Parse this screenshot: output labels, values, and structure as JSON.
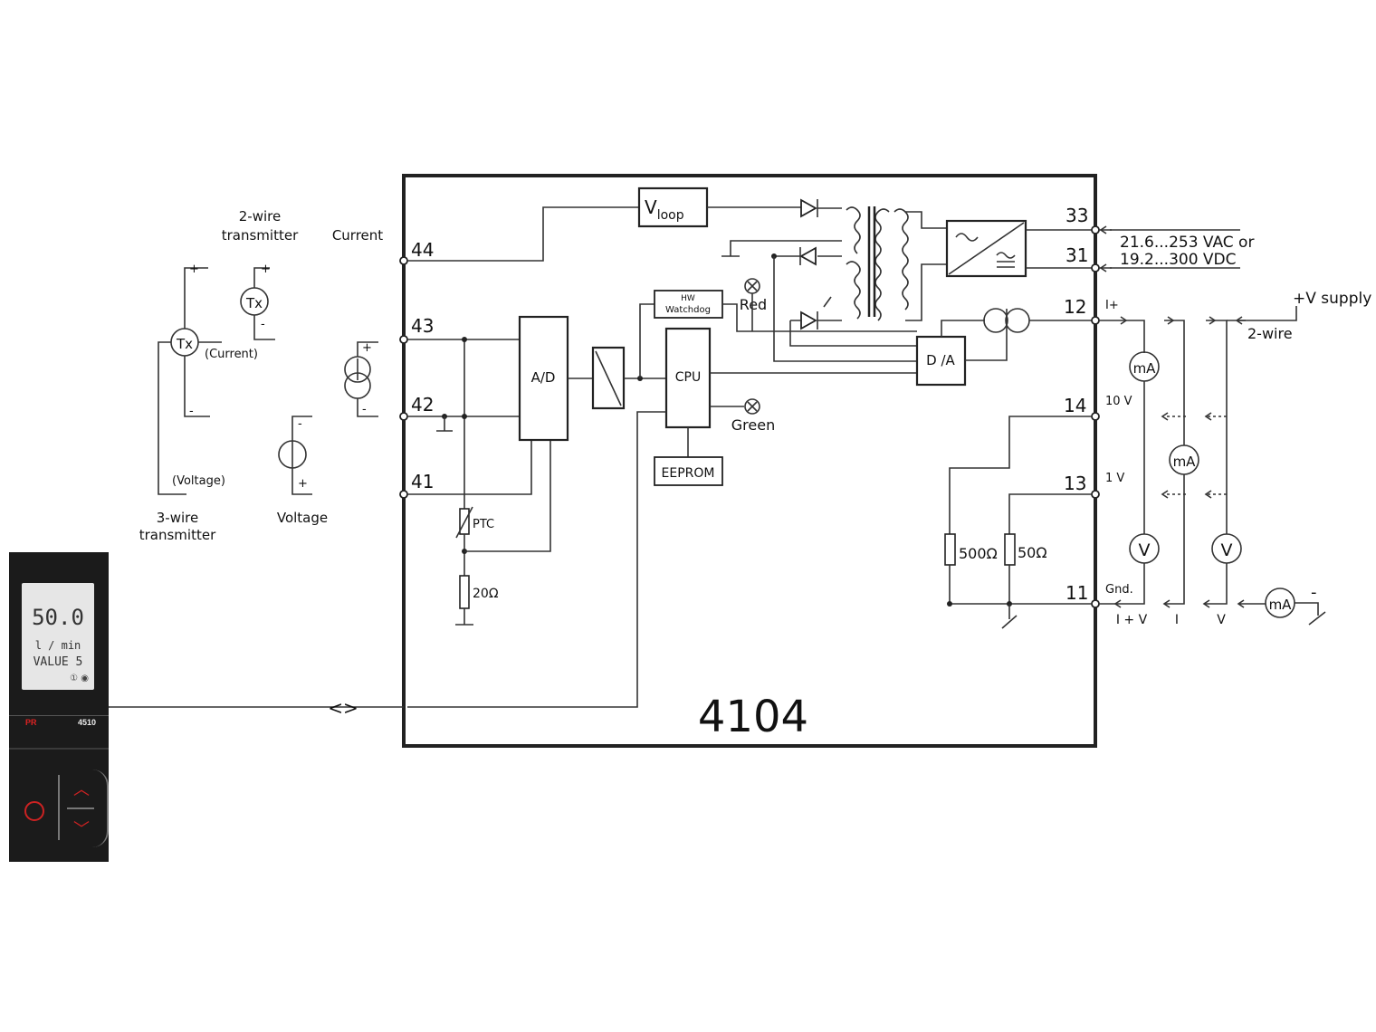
{
  "title": "4104",
  "source": {
    "current_label": "Current",
    "voltage_label": "Voltage",
    "two_wire_transmitter": [
      "2-wire",
      "transmitter"
    ],
    "three_wire_transmitter": [
      "3-wire",
      "transmitter"
    ],
    "tx_label": "Tx",
    "current_note": "(Current)",
    "voltage_note": "(Voltage)"
  },
  "input_terminals": [
    "44",
    "43",
    "42",
    "41"
  ],
  "blocks": {
    "vloop": "V",
    "vloop_sub": "loop",
    "ad": "A/D",
    "cpu": "CPU",
    "hw_watchdog": [
      "HW",
      "Watchdog"
    ],
    "eeprom": "EEPROM",
    "da": "D /A",
    "ptc": "PTC",
    "r20": "20Ω",
    "r500": "500Ω",
    "r50": "50Ω"
  },
  "leds": {
    "red": "Red",
    "green": "Green"
  },
  "supply": {
    "terminals": [
      "33",
      "31"
    ],
    "line1": "21.6...253 VAC or",
    "line2": "19.2...300 VDC"
  },
  "output_terminals": [
    {
      "num": "12",
      "label": "I+"
    },
    {
      "num": "14",
      "label": "10 V"
    },
    {
      "num": "13",
      "label": "1 V"
    },
    {
      "num": "11",
      "label": "Gnd."
    }
  ],
  "outputs": {
    "vsupply": "+V supply",
    "two_wire": "2-wire",
    "ma": "mA",
    "v": "V",
    "bottom_labels": [
      "I + V",
      "I",
      "V"
    ],
    "minus": "-"
  },
  "display": {
    "value": "50.0",
    "unit": "l / min",
    "tag": "VALUE 5",
    "symbols": "① ◉",
    "brand": "PR",
    "model": "4510"
  },
  "comm_arrow": "<>"
}
